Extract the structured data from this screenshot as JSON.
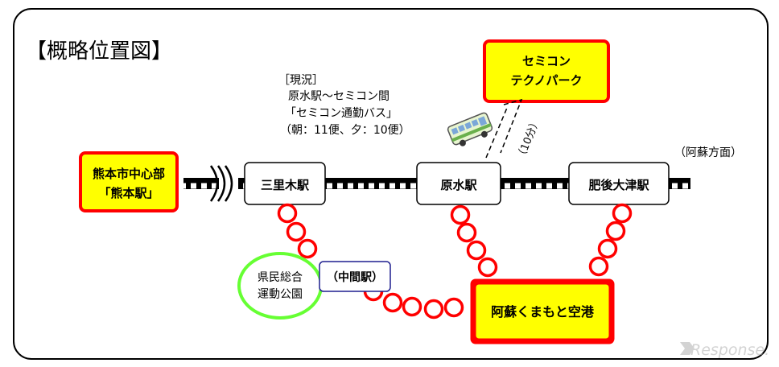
{
  "title": "【概略位置図】",
  "current_status": {
    "line1": "［現況］",
    "line2": "原水駅～セミコン間",
    "line3": "「セミコン通勤バス」",
    "line4": "（朝：11便、夕：10便）"
  },
  "techno_park": {
    "line1": "セミコン",
    "line2": "テクノパーク"
  },
  "travel_time": "（10分）",
  "direction": "（阿蘇方面）",
  "kumamoto": {
    "line1": "熊本市中心部",
    "line2": "「熊本駅」"
  },
  "stations": {
    "miriki": "三里木駅",
    "haramizu": "原水駅",
    "higo_ozu": "肥後大津駅"
  },
  "park": {
    "line1": "県民総合",
    "line2": "運動公園"
  },
  "middle_station": "（中間駅）",
  "airport": "阿蘇くまもと空港",
  "watermark": "Response.",
  "colors": {
    "yellow": "#ffff00",
    "red": "#ff0000",
    "green": "#66ff33",
    "navy": "#1f1f8f",
    "black": "#000000"
  }
}
